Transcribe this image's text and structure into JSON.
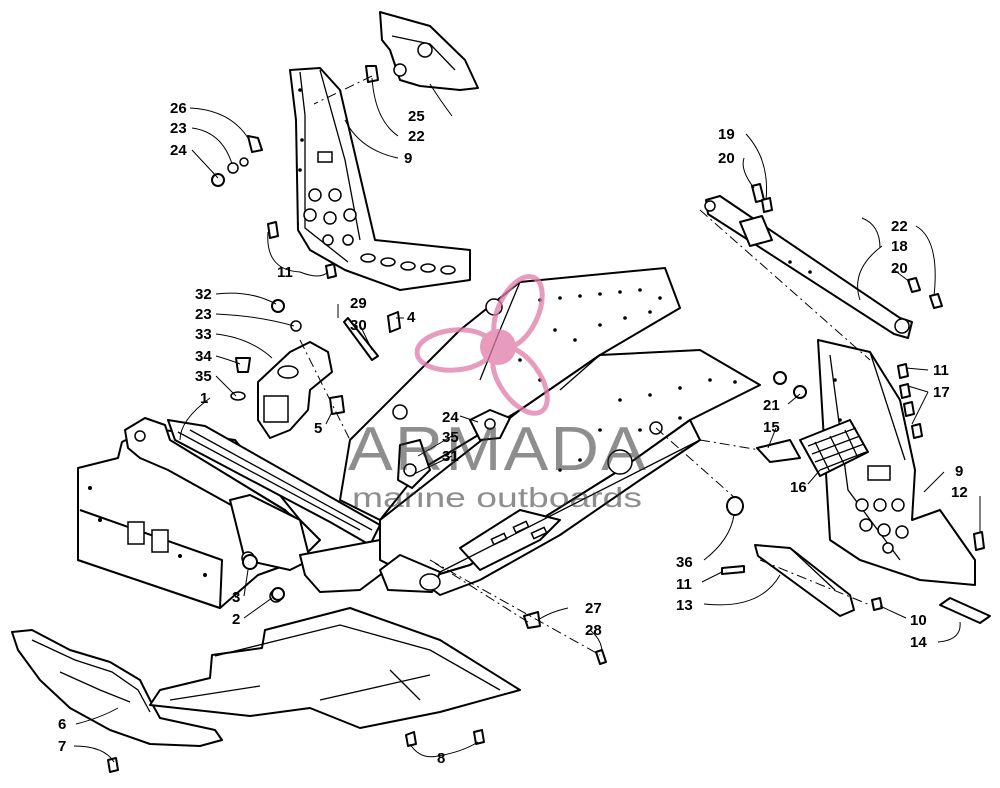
{
  "watermark": {
    "brand": "ARMADA",
    "tagline": "marine outboards",
    "logo_color": "#e07aa8",
    "text_color": "#333333"
  },
  "callouts": {
    "c1": "1",
    "c2": "2",
    "c3": "3",
    "c4": "4",
    "c5": "5",
    "c6": "6",
    "c7": "7",
    "c8": "8",
    "c9a": "9",
    "c9b": "9",
    "c10": "10",
    "c11a": "11",
    "c11b": "11",
    "c11c": "11",
    "c12": "12",
    "c13": "13",
    "c14": "14",
    "c15": "15",
    "c16": "16",
    "c17": "17",
    "c18": "18",
    "c19": "19",
    "c20a": "20",
    "c20b": "20",
    "c21": "21",
    "c22a": "22",
    "c22b": "22",
    "c23a": "23",
    "c23b": "23",
    "c24a": "24",
    "c24b": "24",
    "c25": "25",
    "c26": "26",
    "c27": "27",
    "c28": "28",
    "c29": "29",
    "c30": "30",
    "c31": "31",
    "c32": "32",
    "c33": "33",
    "c34": "34",
    "c35a": "35",
    "c35b": "35",
    "c36": "36"
  }
}
